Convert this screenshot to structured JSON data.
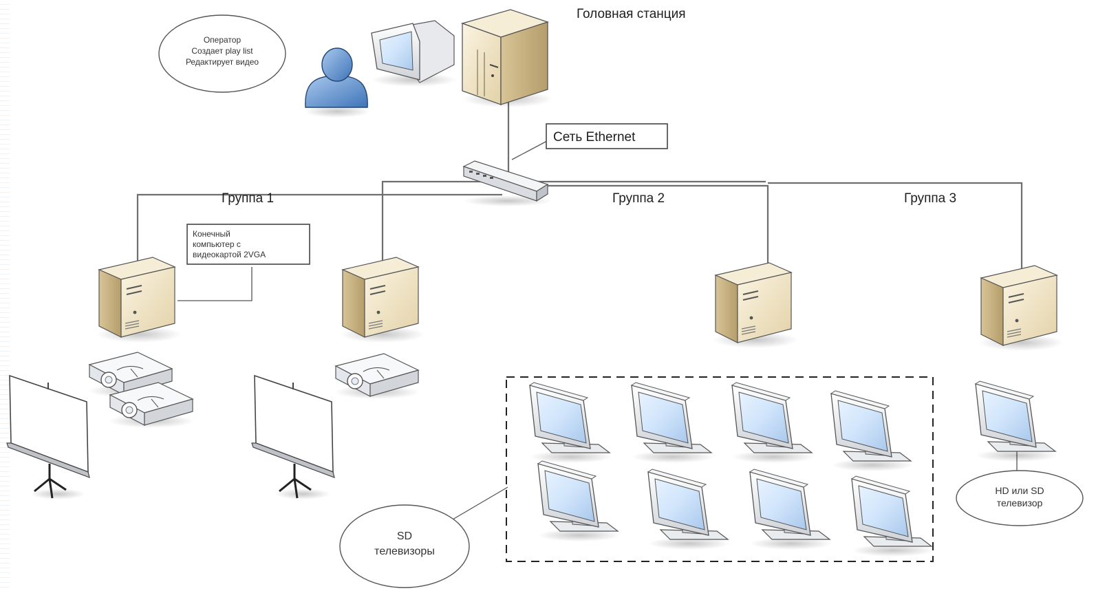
{
  "title": "Головная станция",
  "network_label": "Сеть Ethernet",
  "operator_note": [
    "Оператор",
    "Создает play list",
    "Редактирует видео"
  ],
  "groups": [
    "Группа 1",
    "Группа 2",
    "Группа 3"
  ],
  "endpoint_note": [
    "Конечный",
    "компьютер с",
    "видеокартой 2VGA"
  ],
  "sd_tv_label": [
    "SD",
    "телевизоры"
  ],
  "hd_tv_label": [
    "HD или SD",
    "телевизор"
  ],
  "colors": {
    "server_beige": "#efe3c4",
    "server_dark": "#c9b68c",
    "operator_blue": "#6f9fd6",
    "screen_blue": "#cfe4fb",
    "wire": "#6e6e6e"
  },
  "icons": [
    "person-icon",
    "crt-monitor-icon",
    "tower-server-icon",
    "network-switch-icon",
    "projector-icon",
    "projection-screen-icon",
    "flat-tv-icon"
  ]
}
